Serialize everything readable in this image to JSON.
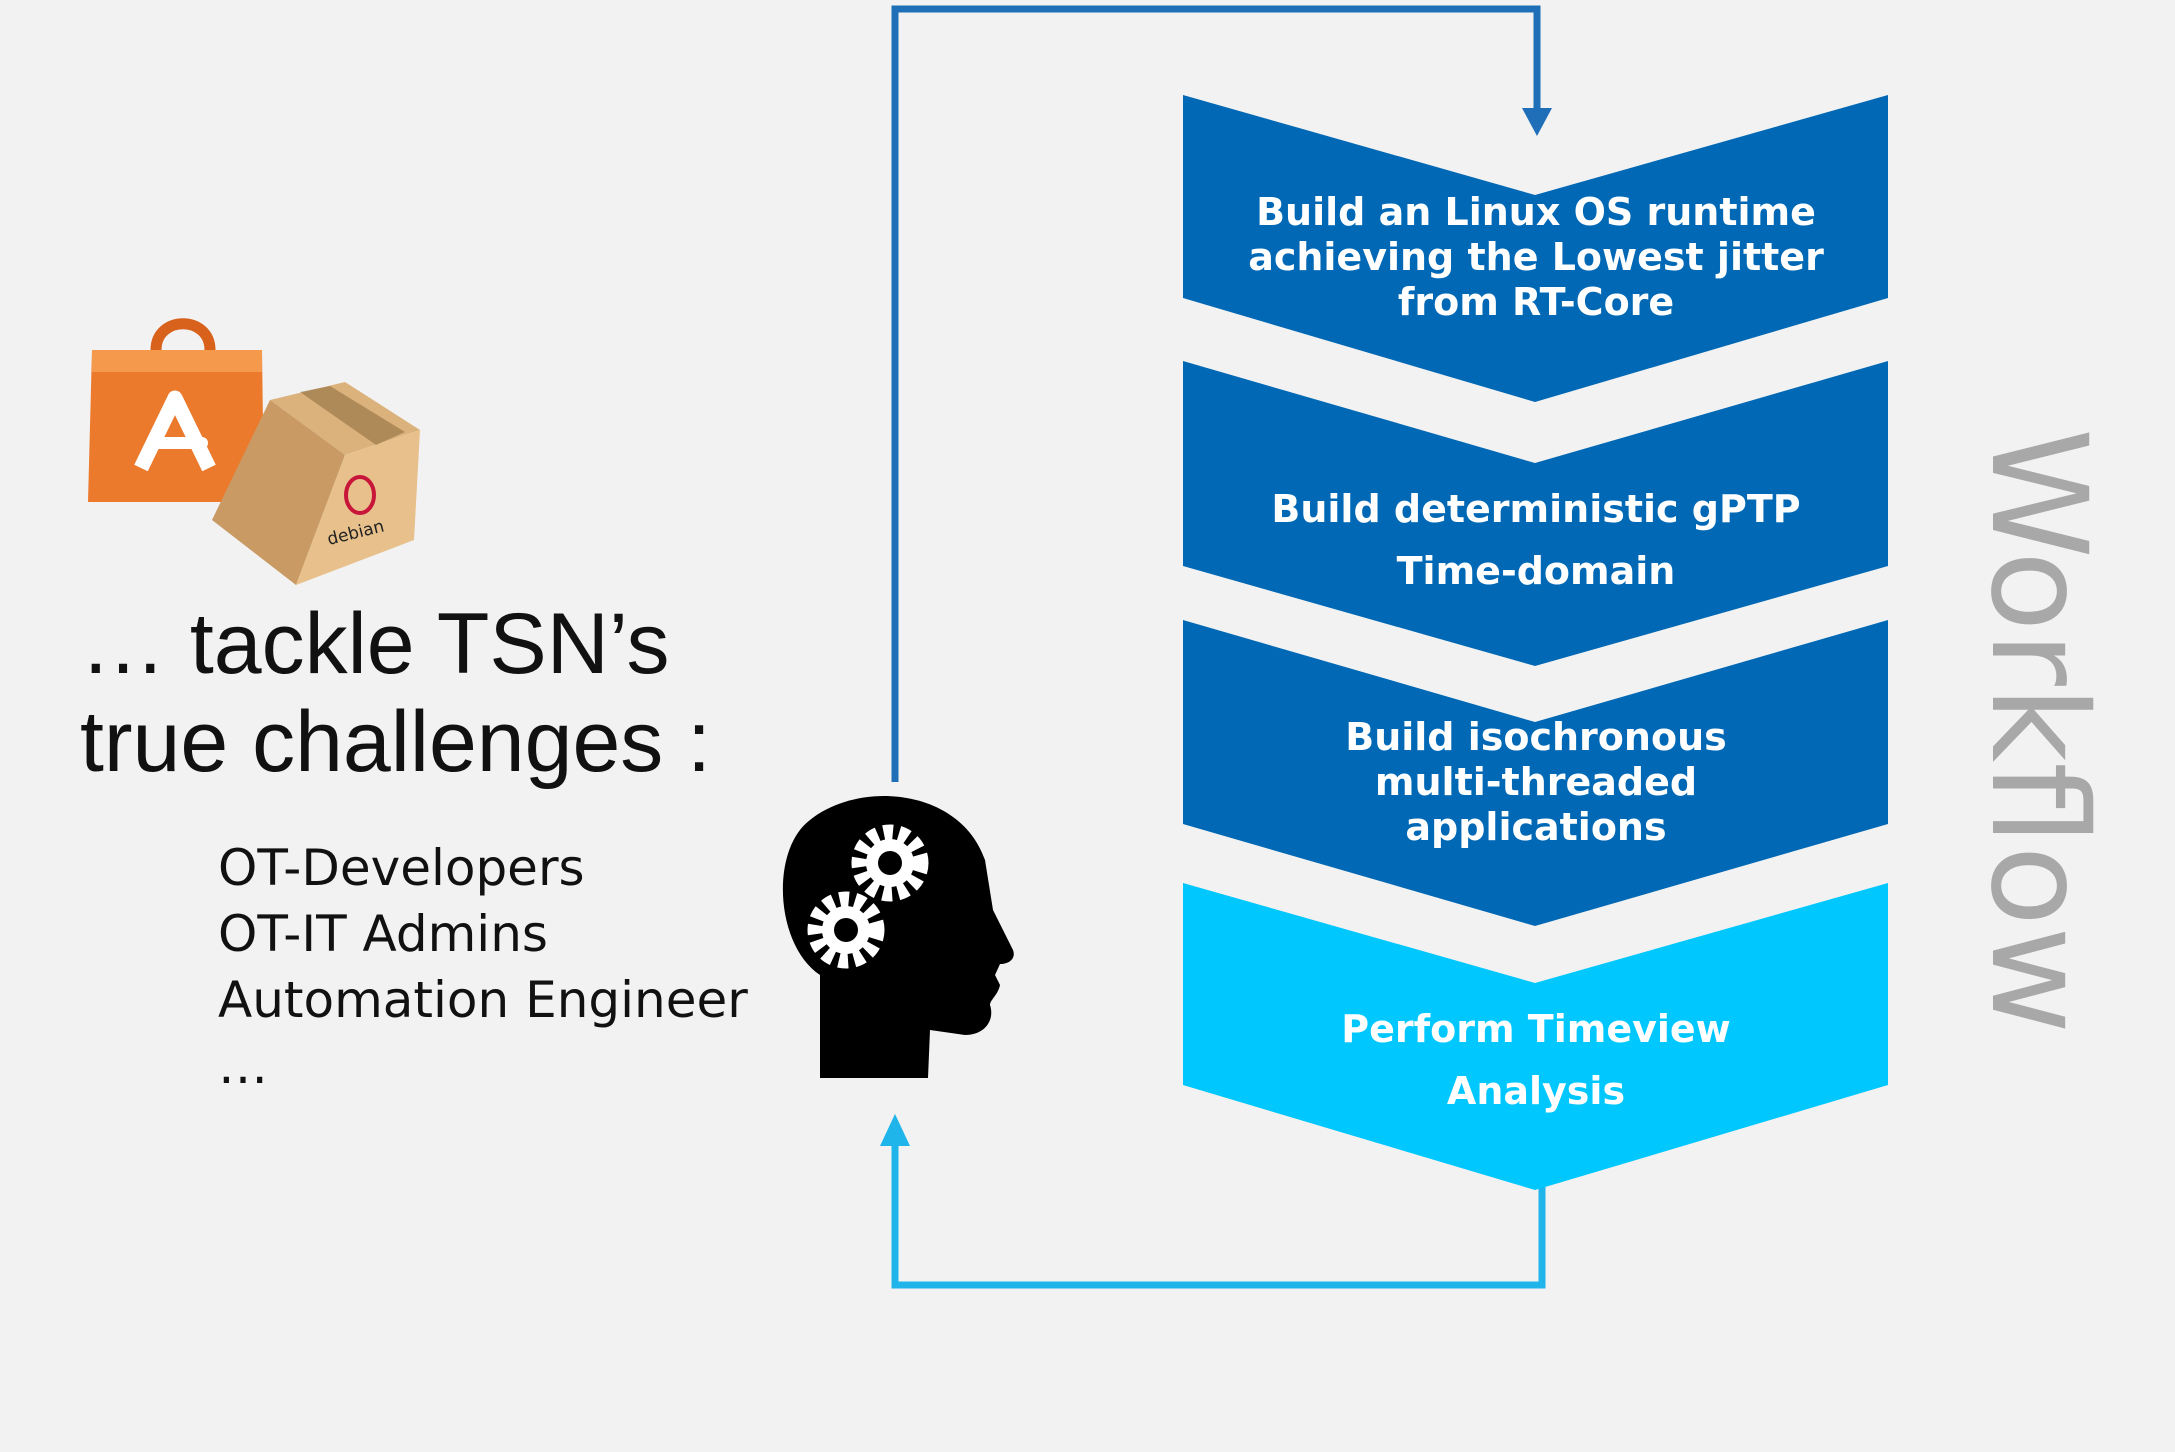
{
  "heading": {
    "line1": "… tackle TSN’s",
    "line2": "true challenges :"
  },
  "roles": [
    "OT-Developers",
    "OT-IT Admins",
    "Automation Engineer",
    "…"
  ],
  "steps": [
    {
      "lines": [
        "Build an Linux OS runtime",
        "achieving the Lowest jitter",
        "from RT-Core"
      ],
      "color": "#0068b5"
    },
    {
      "lines": [
        "Build deterministic gPTP",
        "Time-domain"
      ],
      "color": "#0068b5"
    },
    {
      "lines": [
        "Build isochronous",
        "multi-threaded",
        "applications"
      ],
      "color": "#0068b5"
    },
    {
      "lines": [
        "Perform Timeview",
        "Analysis"
      ],
      "color": "#00c7fd"
    }
  ],
  "workflow_label": "Workflow",
  "icons": {
    "app_store": "shopping-bag-icon",
    "package": "debian-package-icon",
    "package_text": "debian",
    "thinker": "head-with-gears-icon"
  },
  "colors": {
    "dark_blue": "#0068b5",
    "light_blue": "#00c7fd",
    "loop_top": "#1f6fb8",
    "loop_bottom": "#1fb4ea",
    "bag": "#ec7a2c",
    "box": "#c99a63"
  }
}
